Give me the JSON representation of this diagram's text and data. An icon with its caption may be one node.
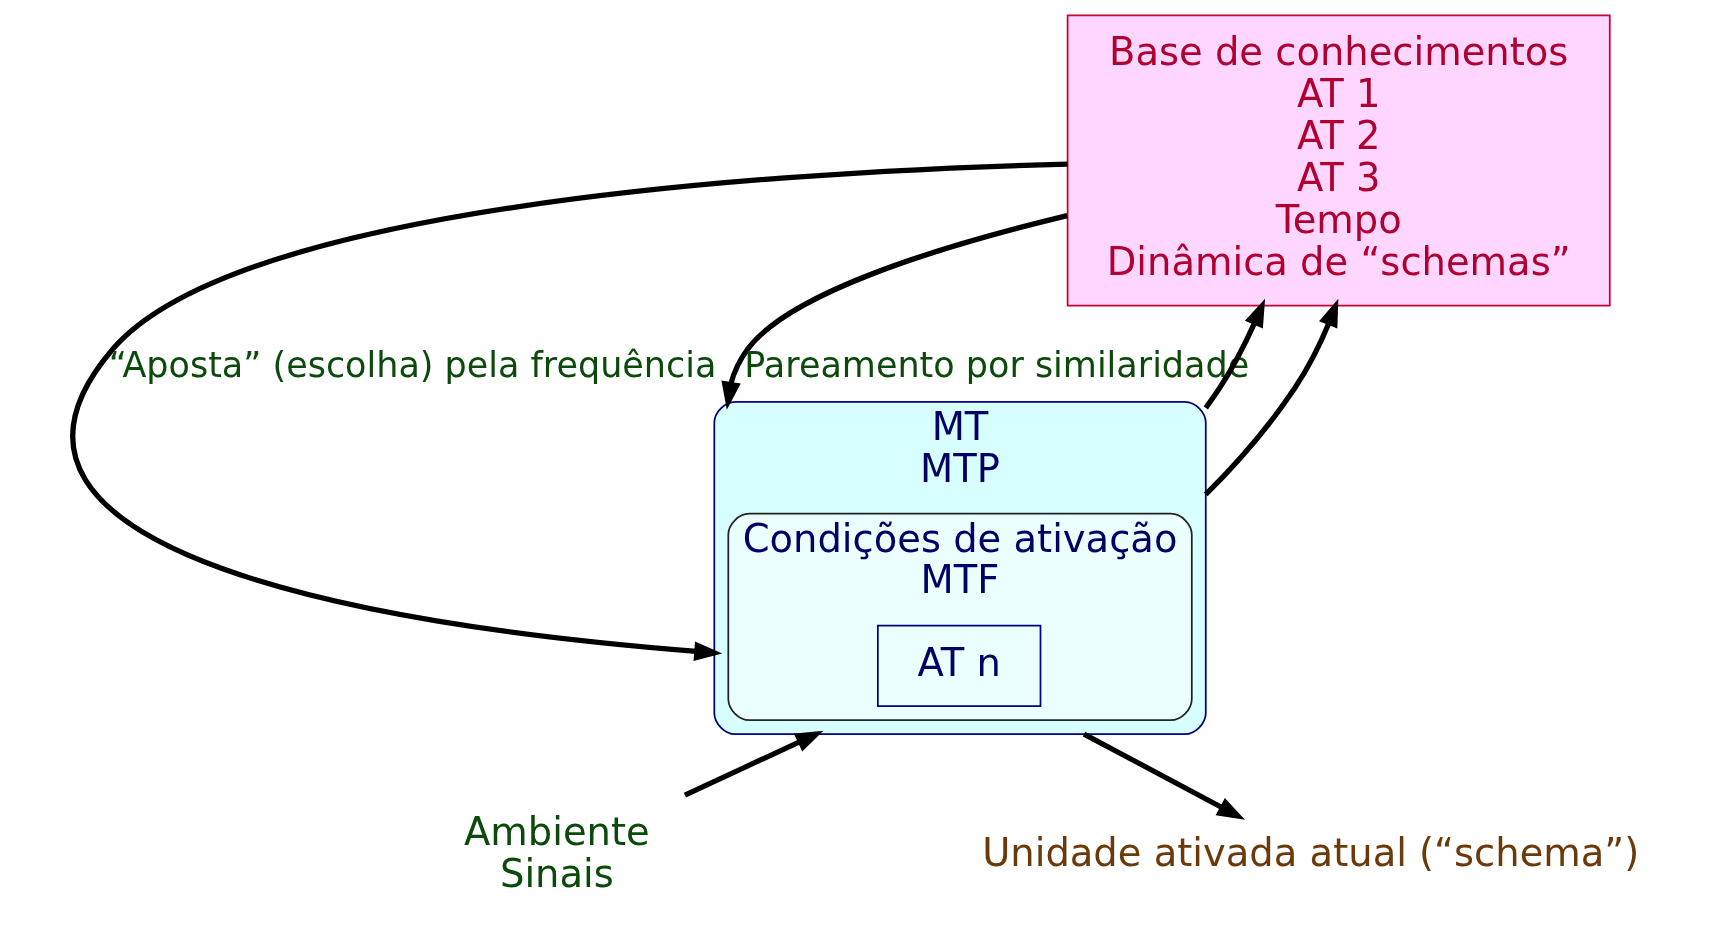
{
  "diagram": {
    "nodes": [
      {
        "text": [
          "Base de conhecimentos",
          "AT 1",
          "AT 2",
          "AT 3",
          "Tempo",
          "Dinâmica de “schemas”"
        ]
      },
      {
        "text": [
          "MT",
          "MTP"
        ]
      },
      {
        "text": [
          "Condições de ativação",
          "MTF"
        ],
        "in": 1
      },
      {
        "text": [
          "AT n"
        ],
        "in": 2
      },
      {
        "text": [
          "Ambiente",
          "Sinais"
        ]
      },
      {
        "text": [
          "Unidade ativada atual (“schema”)"
        ]
      }
    ],
    "edges": [
      {
        "from": 0,
        "to": 1,
        "arrow": "to",
        "label": "Pareamento por similaridade"
      },
      {
        "from": 1,
        "to": 0,
        "arrow": "to"
      },
      {
        "from": 1,
        "to": 0,
        "arrow": "to"
      },
      {
        "from": 0,
        "to": 1,
        "arrow": "to",
        "label": "“Aposta” (escolha) pela frequência"
      },
      {
        "from": 4,
        "to": 1,
        "arrow": "to"
      },
      {
        "from": 1,
        "to": 5,
        "arrow": "to"
      }
    ]
  }
}
